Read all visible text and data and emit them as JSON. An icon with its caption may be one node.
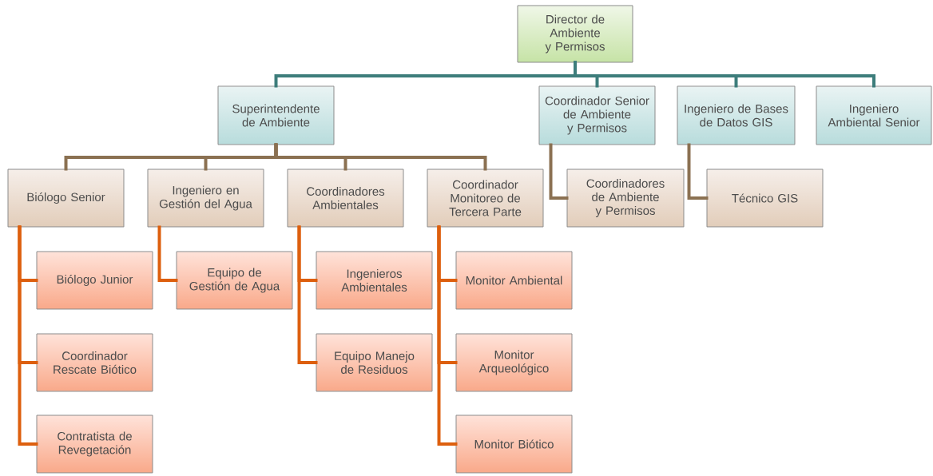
{
  "diagram": {
    "nodes": [
      {
        "text": [
          "Director  de Ambiente y Permisos"
        ]
      },
      {
        "text": [
          "Superintendente de Ambiente"
        ]
      },
      {
        "text": [
          "Coordinador Senior de Ambiente y Permisos"
        ]
      },
      {
        "text": [
          "Ingeniero de Bases de Datos GIS"
        ]
      },
      {
        "text": [
          "Ingeniero Ambiental Senior"
        ]
      },
      {
        "text": [
          "Biólogo Senior"
        ]
      },
      {
        "text": [
          "Ingeniero en Gestión del Agua"
        ]
      },
      {
        "text": [
          "Coordinadores Ambientales"
        ]
      },
      {
        "text": [
          "Coordinador Monitoreo de Tercera Parte"
        ]
      },
      {
        "text": [
          "Coordinadores de Ambiente y Permisos"
        ]
      },
      {
        "text": [
          "Técnico GIS"
        ]
      },
      {
        "text": [
          "Biólogo Junior"
        ]
      },
      {
        "text": [
          "Coordinador Rescate Biótico"
        ]
      },
      {
        "text": [
          "Contratista de Revegetación"
        ]
      },
      {
        "text": [
          "Equipo de Gestión de Agua"
        ]
      },
      {
        "text": [
          "Ingenieros Ambientales"
        ]
      },
      {
        "text": [
          "Equipo Manejo de Residuos"
        ]
      },
      {
        "text": [
          "Monitor Ambiental"
        ]
      },
      {
        "text": [
          "Monitor Arqueológico"
        ]
      },
      {
        "text": [
          "Monitor Biótico"
        ]
      }
    ],
    "edges": [
      {
        "from": 0,
        "to": 1,
        "arrow": "none",
        "color": "#3d7d7b"
      },
      {
        "from": 0,
        "to": 2,
        "arrow": "none",
        "color": "#3d7d7b"
      },
      {
        "from": 0,
        "to": 3,
        "arrow": "none",
        "color": "#3d7d7b"
      },
      {
        "from": 0,
        "to": 4,
        "arrow": "none",
        "color": "#3d7d7b"
      },
      {
        "from": 1,
        "to": 5,
        "arrow": "none",
        "color": "#8b7152"
      },
      {
        "from": 1,
        "to": 6,
        "arrow": "none",
        "color": "#8b7152"
      },
      {
        "from": 1,
        "to": 7,
        "arrow": "none",
        "color": "#8b7152"
      },
      {
        "from": 1,
        "to": 8,
        "arrow": "none",
        "color": "#8b7152"
      },
      {
        "from": 2,
        "to": 9,
        "arrow": "none",
        "color": "#8b7152"
      },
      {
        "from": 3,
        "to": 10,
        "arrow": "none",
        "color": "#8b7152"
      },
      {
        "from": 5,
        "to": 11,
        "arrow": "none"
      },
      {
        "from": 5,
        "to": 12,
        "arrow": "none"
      },
      {
        "from": 5,
        "to": 13,
        "arrow": "none"
      },
      {
        "from": 6,
        "to": 14,
        "arrow": "none"
      },
      {
        "from": 7,
        "to": 15,
        "arrow": "none"
      },
      {
        "from": 7,
        "to": 16,
        "arrow": "none"
      },
      {
        "from": 8,
        "to": 17,
        "arrow": "none"
      },
      {
        "from": 8,
        "to": 18,
        "arrow": "none"
      },
      {
        "from": 8,
        "to": 19,
        "arrow": "none"
      }
    ]
  }
}
